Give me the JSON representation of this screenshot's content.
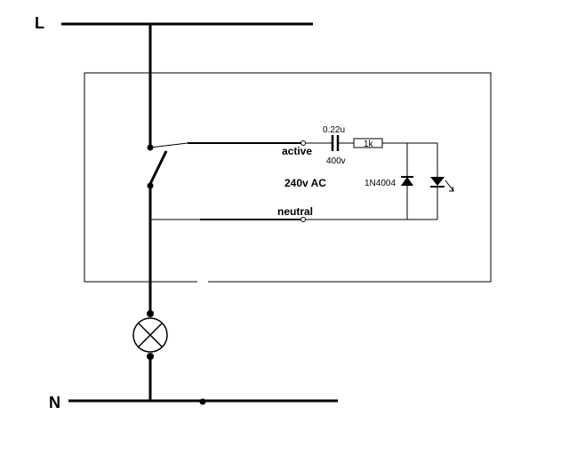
{
  "labels": {
    "line": "L",
    "neutral_rail": "N",
    "active": "active",
    "neutral": "neutral",
    "voltage": "240v AC",
    "capacitor_value": "0.22u",
    "capacitor_rating": "400v",
    "resistor_value": "1k",
    "diode_part": "1N4004"
  }
}
